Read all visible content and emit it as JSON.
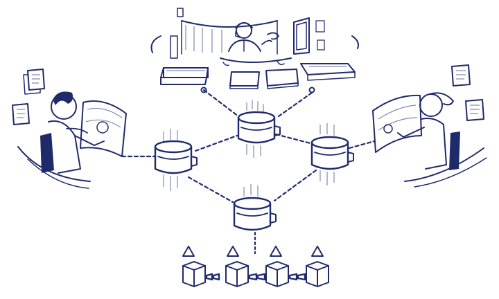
{
  "colors": {
    "ink": "#1f2a6b",
    "background": "#ffffff"
  },
  "illustration": {
    "figures": [
      "central-operator",
      "left-operator",
      "right-operator"
    ],
    "database_nodes": 4,
    "blockchain_blocks": 4
  }
}
